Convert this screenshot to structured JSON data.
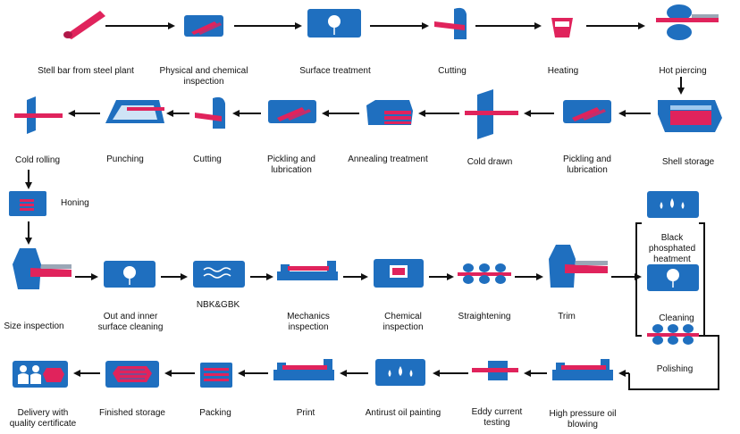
{
  "colors": {
    "blue": "#1f6fbf",
    "blue_dark": "#164f8c",
    "pink": "#e0235c",
    "arrow": "#111111"
  },
  "steps": {
    "s1": "Stell bar from steel plant",
    "s2": "Physical and chemical inspection",
    "s3": "Surface treatment",
    "s4": "Cutting",
    "s5": "Heating",
    "s6": "Hot piercing",
    "s7": "Shell storage",
    "s8": "Pickling and lubrication",
    "s9": "Cold drawn",
    "s10": "Annealing treatment",
    "s11": "Pickling and lubrication",
    "s12": "Cutting",
    "s13": "Punching",
    "s14": "Cold rolling",
    "s15": "Honing",
    "s16": "Size inspection",
    "s17": "Out and inner surface cleaning",
    "s18": "NBK&GBK",
    "s19": "Mechanics inspection",
    "s20": "Chemical inspection",
    "s21": "Straightening",
    "s22": "Trim",
    "s23": "Black phosphated heatment",
    "s24": "Cleaning",
    "s25": "Polishing",
    "s26": "High pressure oil blowing",
    "s27": "Eddy current testing",
    "s28": "Antirust oil painting",
    "s29": "Print",
    "s30": "Packing",
    "s31": "Finished storage",
    "s32": "Delivery with quality certificate"
  }
}
